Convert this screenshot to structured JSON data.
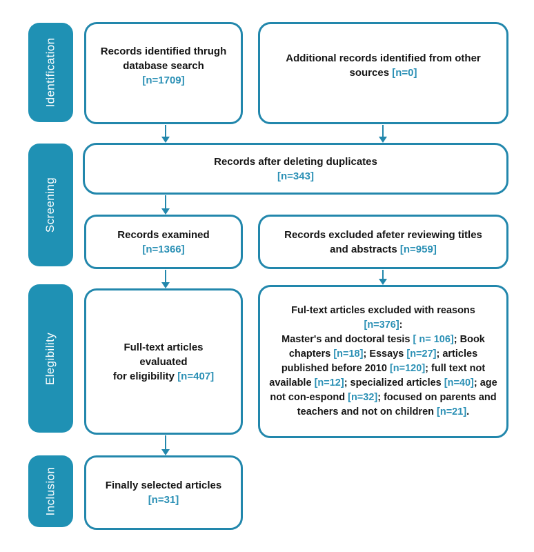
{
  "palette": {
    "teal_fill": "#1f91b4",
    "teal_border": "#2287ac",
    "teal_text": "#2b90b5",
    "text_color": "#151515",
    "background": "#ffffff"
  },
  "sidebar": {
    "stages": [
      {
        "label": "Identification"
      },
      {
        "label": "Screening"
      },
      {
        "label": "Elegibility"
      },
      {
        "label": "Inclusion"
      }
    ]
  },
  "flow": {
    "identified": {
      "segments": [
        {
          "t": "Records identified thrugh\ndatabase search\n",
          "hl": false
        },
        {
          "t": "[n=1709]",
          "hl": true
        }
      ]
    },
    "additional": {
      "segments": [
        {
          "t": "Additional records identified from other\nsources ",
          "hl": false
        },
        {
          "t": "[n=0]",
          "hl": true
        }
      ]
    },
    "duplicates": {
      "segments": [
        {
          "t": "Records after deleting duplicates\n",
          "hl": false
        },
        {
          "t": "[n=343]",
          "hl": true
        }
      ]
    },
    "examined": {
      "segments": [
        {
          "t": "Records examined\n",
          "hl": false
        },
        {
          "t": "[n=1366]",
          "hl": true
        }
      ]
    },
    "excluded_titles": {
      "segments": [
        {
          "t": "Records excluded afeter reviewing titles\nand abstracts ",
          "hl": false
        },
        {
          "t": "[n=959]",
          "hl": true
        }
      ]
    },
    "fulltext_evaluated": {
      "segments": [
        {
          "t": "Full-text articles\nevaluated\nfor eligibility ",
          "hl": false
        },
        {
          "t": "[n=407]",
          "hl": true
        }
      ]
    },
    "fulltext_excluded": {
      "segments": [
        {
          "t": "Ful-text articles excluded with reasons\n",
          "hl": false
        },
        {
          "t": "[n=376]",
          "hl": true
        },
        {
          "t": ":\nMaster's and doctoral tesis ",
          "hl": false
        },
        {
          "t": "[ n= 106]",
          "hl": true
        },
        {
          "t": "; Book chapters ",
          "hl": false
        },
        {
          "t": "[n=18]",
          "hl": true
        },
        {
          "t": "; Essays ",
          "hl": false
        },
        {
          "t": "[n=27]",
          "hl": true
        },
        {
          "t": "; articles published before 2010 ",
          "hl": false
        },
        {
          "t": "[n=120]",
          "hl": true
        },
        {
          "t": "; full text not available ",
          "hl": false
        },
        {
          "t": "[n=12]",
          "hl": true
        },
        {
          "t": "; specialized articles ",
          "hl": false
        },
        {
          "t": "[n=40]",
          "hl": true
        },
        {
          "t": "; age not con-espond ",
          "hl": false
        },
        {
          "t": "[n=32]",
          "hl": true
        },
        {
          "t": "; focused on parents and teachers and not on children ",
          "hl": false
        },
        {
          "t": "[n=21]",
          "hl": true
        },
        {
          "t": ".",
          "hl": false
        }
      ]
    },
    "included": {
      "segments": [
        {
          "t": "Finally selected articles\n",
          "hl": false
        },
        {
          "t": "[n=31]",
          "hl": true
        }
      ]
    }
  }
}
